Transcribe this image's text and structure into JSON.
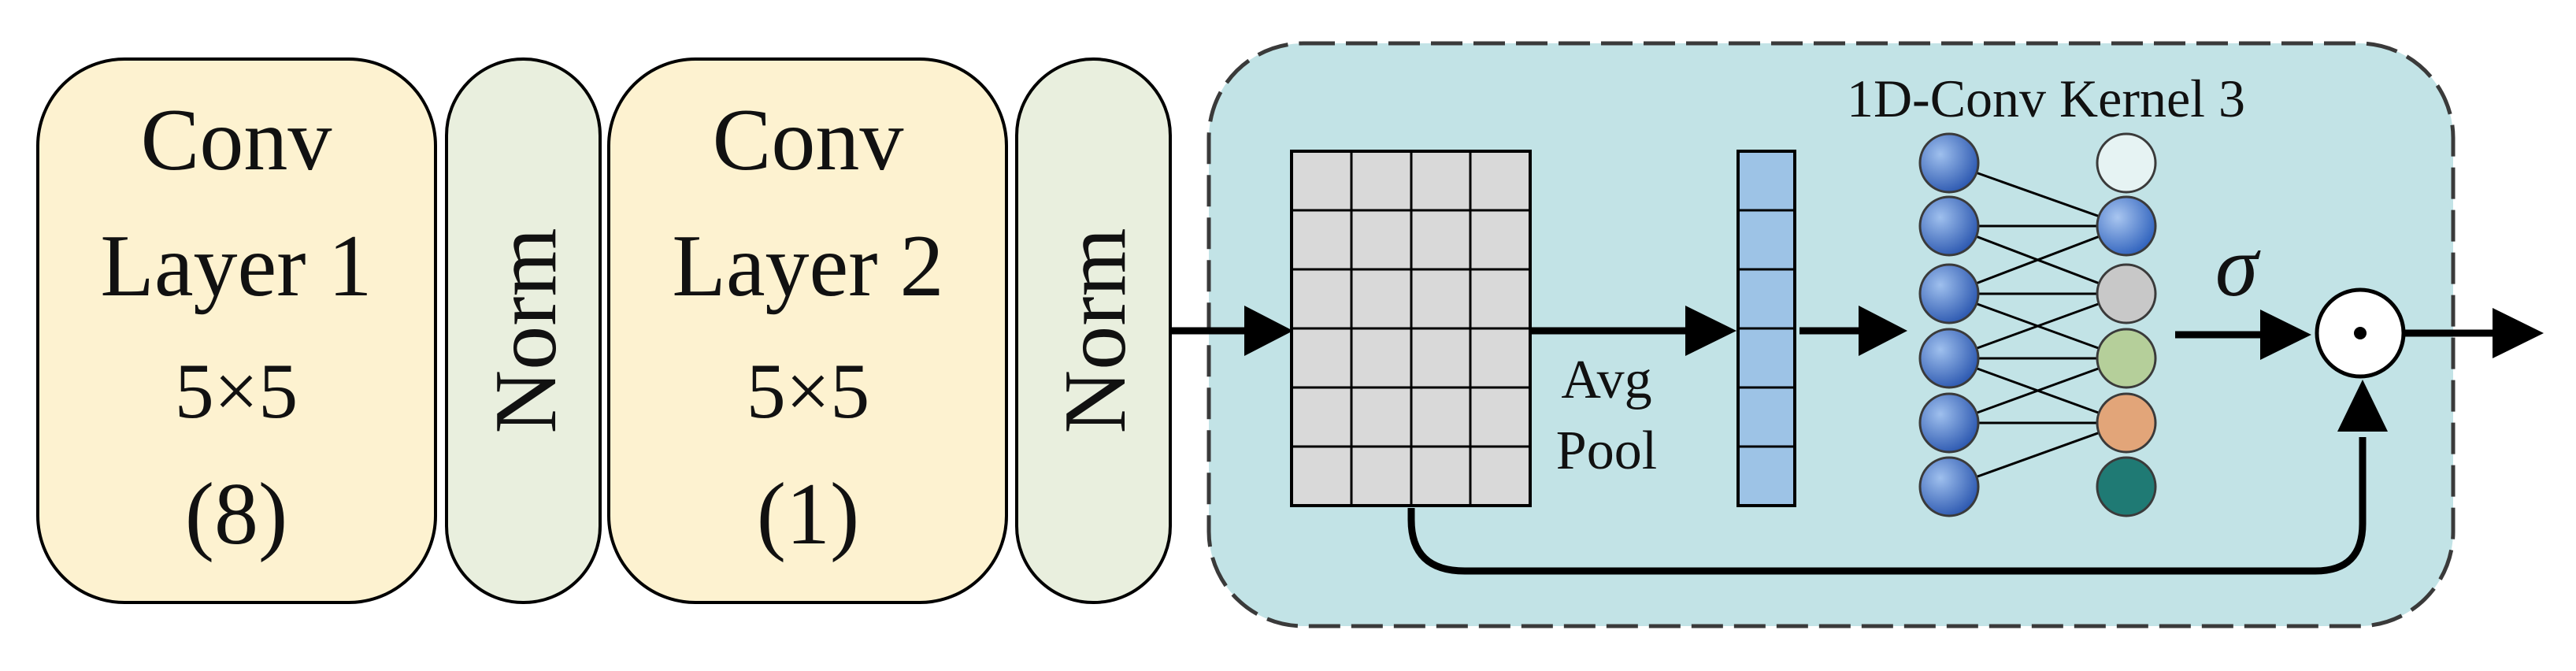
{
  "blocks": {
    "conv1": {
      "line1": "Conv",
      "line2": "Layer 1",
      "line3": "5×5",
      "line4": "(8)"
    },
    "norm1": {
      "label": "Norm"
    },
    "conv2": {
      "line1": "Conv",
      "line2": "Layer 2",
      "line3": "5×5",
      "line4": "(1)"
    },
    "norm2": {
      "label": "Norm"
    }
  },
  "attention": {
    "kernel_label": "1D-Conv Kernel 3",
    "pool_line1": "Avg",
    "pool_line2": "Pool",
    "sigma": "σ",
    "multiply_symbol": "⊙"
  },
  "colors": {
    "conv_fill": "#fdf2d0",
    "norm_fill": "#e9efde",
    "attention_fill": "#c2e3e6",
    "grid_fill": "#d9d9d9",
    "vector_fill": "#9dc3e6",
    "input_node": "#2f5fb8",
    "output_nodes": [
      "#e6f3f3",
      "#3a6fc4",
      "#c8c8c8",
      "#b5cf9a",
      "#e2a579",
      "#1f7a74"
    ]
  }
}
